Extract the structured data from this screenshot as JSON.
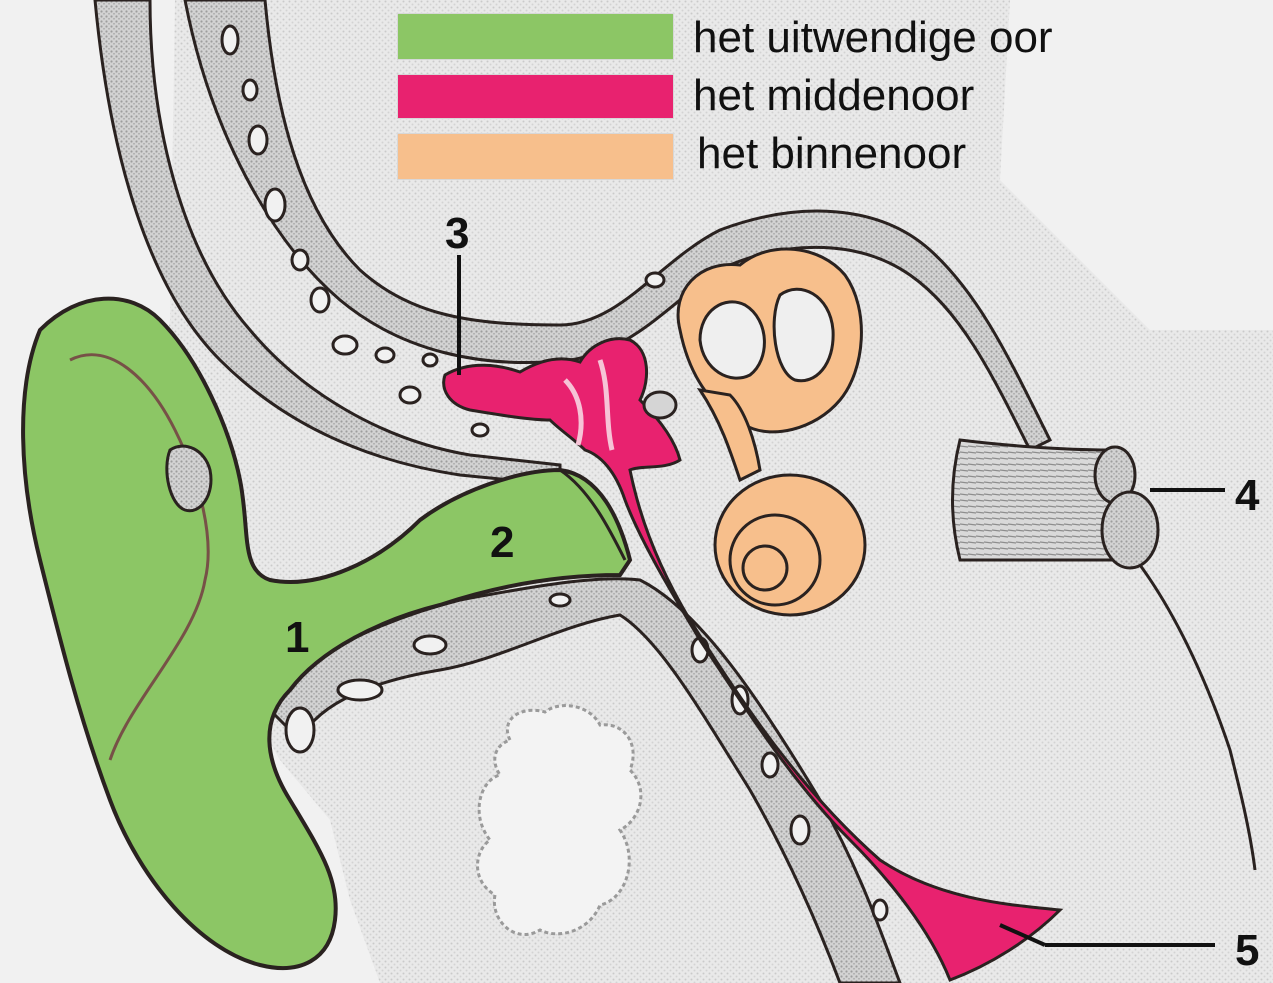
{
  "legend": [
    {
      "label": "het uitwendige oor",
      "color": "#8cc665"
    },
    {
      "label": "het middenoor",
      "color": "#e8226f"
    },
    {
      "label": "het binnenoor",
      "color": "#f7bf8c"
    }
  ],
  "labels": {
    "n1": "1",
    "n2": "2",
    "n3": "3",
    "n4": "4",
    "n5": "5"
  },
  "colors": {
    "background": "#f1f1f1",
    "tissue": "#d8d8d8",
    "outline": "#2a2220"
  }
}
